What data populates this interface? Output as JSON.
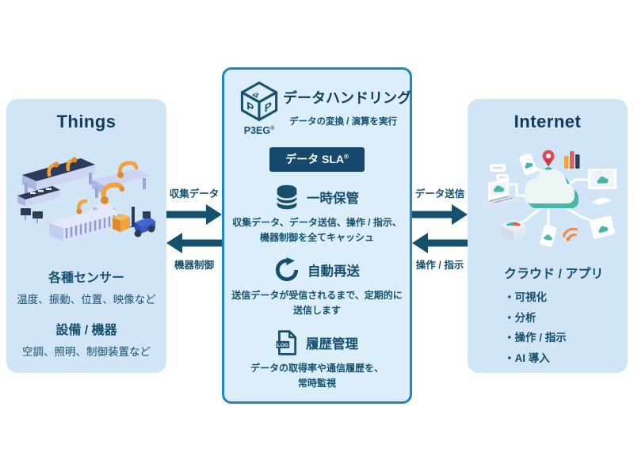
{
  "colors": {
    "side_panel_bg": "#d2e5f6",
    "center_panel_bg": "#ddeefb",
    "center_panel_border": "#1e86cb",
    "dark_navy_text": "#14506f",
    "title_navy": "#0d3c5e",
    "badge_bg": "#16486d",
    "arrow": "#15506e",
    "illustration_orange": "#f2a33c",
    "illustration_teal": "#48b6a8"
  },
  "left_panel": {
    "title": "Things",
    "illustration": "factory-iot-robots",
    "sections": [
      {
        "heading": "各種センサー",
        "detail": "温度、振動、位置、映像など"
      },
      {
        "heading": "設備 / 機器",
        "detail": "空調、照明、制御装置など"
      }
    ]
  },
  "center_panel": {
    "logo": {
      "letter": "P",
      "wordmark": "P3EG",
      "mark": "®"
    },
    "title": "データハンドリング",
    "subtitle": "データの変換 / 演算を実行",
    "badge": {
      "label": "データ SLA",
      "mark": "®"
    },
    "features": [
      {
        "icon": "database-icon",
        "title": "一時保管",
        "desc_line1": "収集データ、データ送信、操作 / 指示、",
        "desc_line2": "機器制御を全てキャッシュ"
      },
      {
        "icon": "refresh-icon",
        "title": "自動再送",
        "desc_line1": "送信データが受信されるまで、定期的に",
        "desc_line2": "送信します"
      },
      {
        "icon": "log-file-icon",
        "icon_label": "LOG",
        "title": "履歴管理",
        "desc_line1": "データの取得率や通信履歴を、",
        "desc_line2": "常時監視"
      }
    ]
  },
  "right_panel": {
    "title": "Internet",
    "illustration": "cloud-connected-devices",
    "heading": "クラウド / アプリ",
    "bullet": "・",
    "items": [
      "可視化",
      "分析",
      "操作 / 指示",
      "AI 導入"
    ]
  },
  "flows": {
    "left_to_center": "収集データ",
    "center_to_left": "機器制御",
    "center_to_right": "データ送信",
    "right_to_center": "操作 / 指示"
  }
}
